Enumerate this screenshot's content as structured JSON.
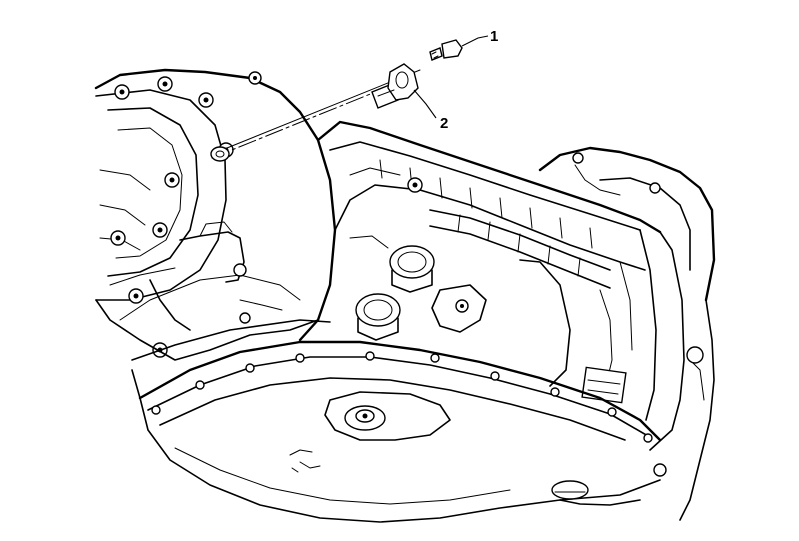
{
  "diagram": {
    "subject": "transmission-assembly-sensor-installation",
    "callouts": [
      {
        "id": "bolt",
        "label": "1",
        "part": "bolt"
      },
      {
        "id": "sensor",
        "label": "2",
        "part": "sensor"
      }
    ]
  }
}
